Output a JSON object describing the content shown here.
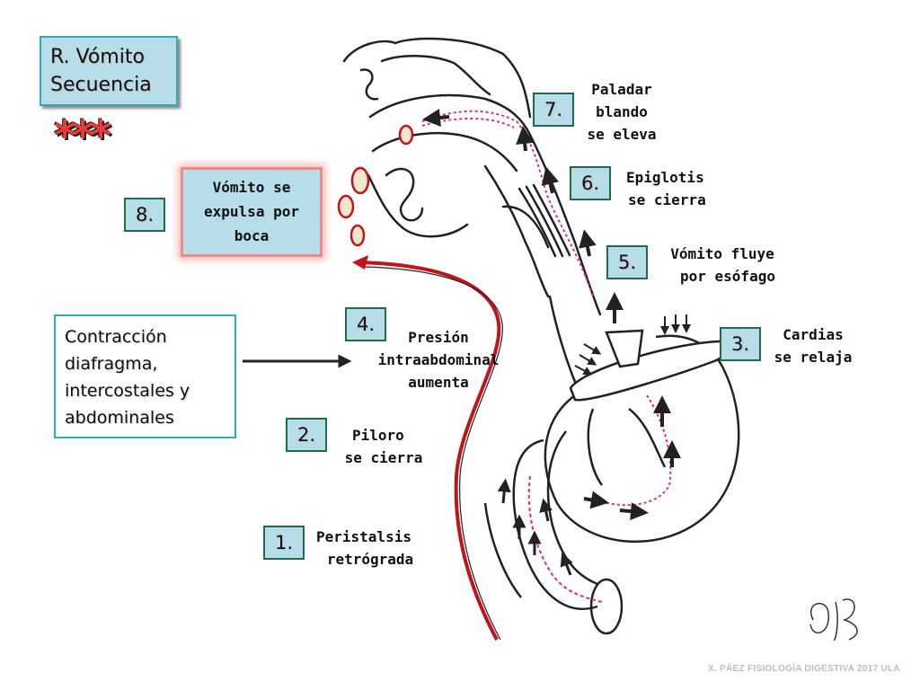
{
  "title": {
    "line1": "R. Vómito",
    "line2": "Secuencia"
  },
  "stars": "***",
  "steps": [
    {
      "number": "1.",
      "lines": [
        "Peristalsis",
        "retrógrada"
      ]
    },
    {
      "number": "2.",
      "lines": [
        "Piloro",
        "se cierra"
      ]
    },
    {
      "number": "3.",
      "lines": [
        "Cardias",
        "se relaja"
      ]
    },
    {
      "number": "4.",
      "lines": [
        "Presión",
        "intraabdominal",
        "aumenta"
      ]
    },
    {
      "number": "5.",
      "lines": [
        "Vómito fluye",
        "por esófago"
      ]
    },
    {
      "number": "6.",
      "lines": [
        "Epiglotis",
        "se cierra"
      ]
    },
    {
      "number": "7.",
      "lines": [
        "Paladar",
        "blando",
        "se eleva"
      ]
    },
    {
      "number": "8.",
      "lines": [
        "Vómito se",
        "expulsa por",
        "boca"
      ]
    }
  ],
  "contraction": {
    "lines": [
      "Contracción",
      "diafragma,",
      "intercostales y",
      "abdominales"
    ]
  },
  "signature": "ep",
  "credit": "X. PÁEZ   FISIOLOGÍA DIGESTIVA 2017  ULA",
  "colors": {
    "box_fill": "#b7dde8",
    "arrow_red": "#c0141b",
    "vomit_pink": "#e0306a"
  }
}
